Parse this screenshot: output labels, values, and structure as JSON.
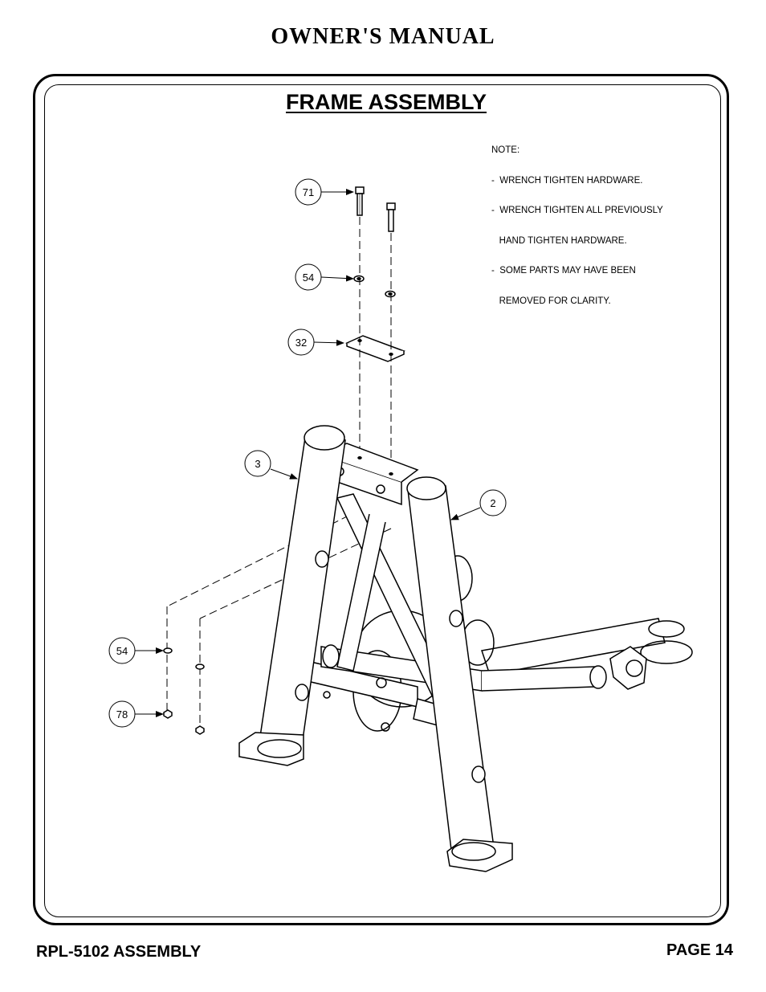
{
  "header": {
    "title": "OWNER'S MANUAL"
  },
  "section": {
    "title": "FRAME ASSEMBLY"
  },
  "note": {
    "lines": [
      "NOTE:",
      "-  WRENCH TIGHTEN HARDWARE.",
      "-  WRENCH TIGHTEN ALL PREVIOUSLY",
      "   HAND TIGHTEN HARDWARE.",
      "-  SOME PARTS MAY HAVE BEEN",
      "   REMOVED FOR CLARITY."
    ]
  },
  "callouts": [
    "71",
    "54",
    "32",
    "3",
    "2",
    "54",
    "78"
  ],
  "footer": {
    "left": "RPL-5102 ASSEMBLY",
    "right": "PAGE 14"
  }
}
